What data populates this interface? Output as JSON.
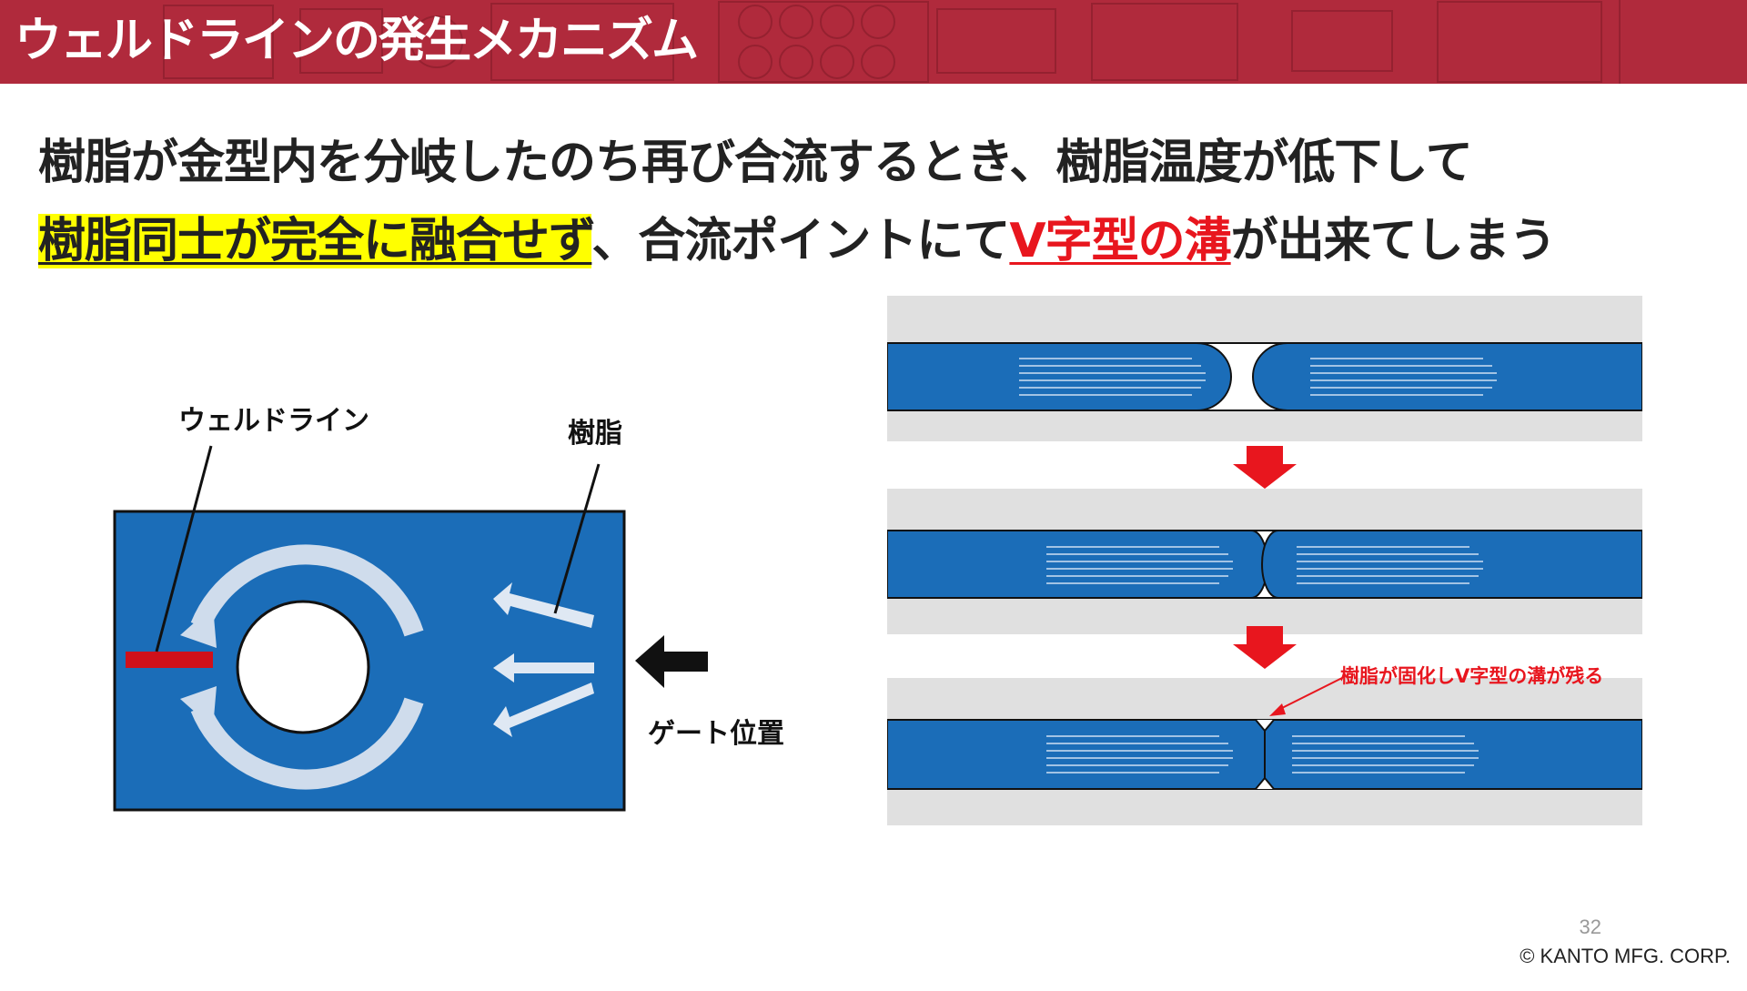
{
  "header": {
    "title": "ウェルドラインの発生メカニズム",
    "accent_color": "#b02a3c"
  },
  "lead": {
    "line1": "樹脂が金型内を分岐したのち再び合流するとき、樹脂温度が低下して",
    "line2_highlight": "樹脂同士が完全に融合せず",
    "line2_mid": "、合流ポイントにて",
    "line2_red": "V字型の溝",
    "line2_end": "が出来てしまう"
  },
  "left_figure": {
    "weld_line_label": "ウェルドライン",
    "resin_label": "樹脂",
    "gate_label": "ゲート位置",
    "resin_color": "#1b6db8",
    "weld_color": "#d0101a"
  },
  "right_figure": {
    "annotation": "樹脂が固化しV字型の溝が残る",
    "arrow_color": "#e8161e"
  },
  "footer": {
    "page_number": "32",
    "copyright": "© KANTO MFG. CORP."
  }
}
